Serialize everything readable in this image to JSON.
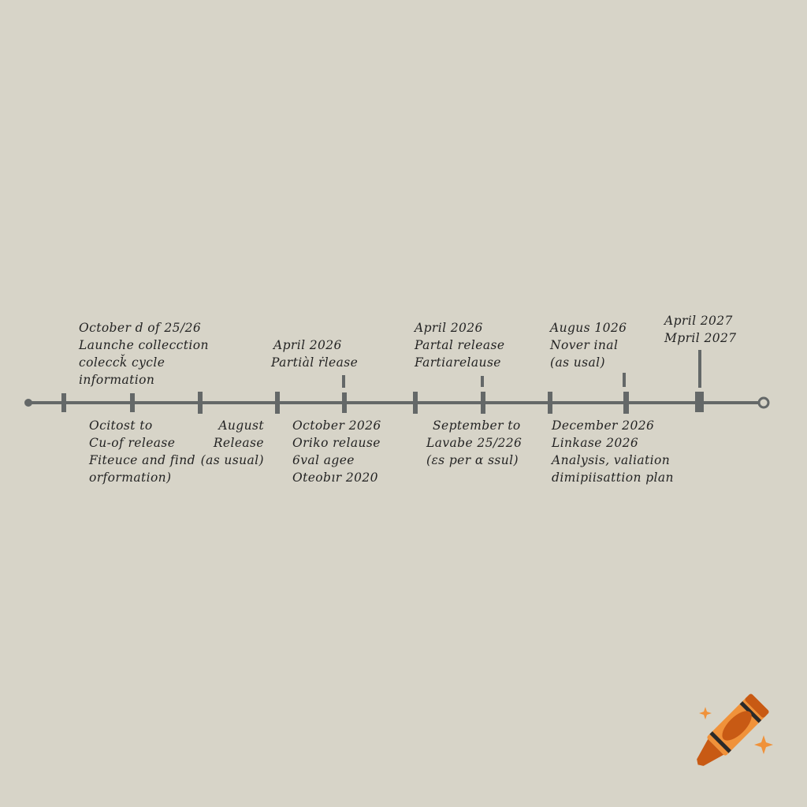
{
  "colors": {
    "background": "#d7d4c8",
    "line": "#646868",
    "text": "#232323",
    "crayon": "#f0923a",
    "crayon_dark": "#c85a14"
  },
  "above": [
    {
      "lines": [
        "October d of 25/26",
        "Launche collecction",
        "coleccǩ cycle",
        "information"
      ]
    },
    {
      "lines": [
        "April 2026",
        "Partiàl ṙlease"
      ]
    },
    {
      "lines": [
        "April 2026",
        "Partal release",
        "Fartiarelause"
      ]
    },
    {
      "lines": [
        "Augus 1026",
        "Nover inal",
        "(as usal)"
      ]
    },
    {
      "lines": [
        "April 2027",
        "Mpril 2027"
      ]
    }
  ],
  "below": [
    {
      "lines": [
        "Ocitost to",
        "Cu-of release",
        "Fiteuce and find",
        "orformation)"
      ]
    },
    {
      "lines": [
        "August",
        "Release",
        "(as usual)"
      ]
    },
    {
      "lines": [
        "October 2026",
        "Oriko relause",
        "6val agee",
        "Oteobır 2020"
      ]
    },
    {
      "lines": [
        "September to",
        "Lavabe 25/226",
        "(ɛs per ɑ ssul)"
      ]
    },
    {
      "lines": [
        "December 2026",
        "Linkase 2026",
        "Analysis, valiation",
        "dimipiisattion plan"
      ]
    }
  ],
  "logo": {
    "icon": "crayon-icon"
  }
}
